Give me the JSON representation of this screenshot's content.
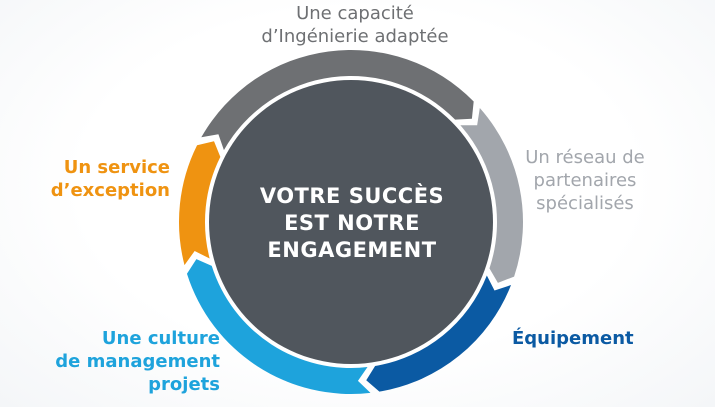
{
  "diagram": {
    "center_lines": [
      "VOTRE SUCCÈS",
      "EST NOTRE",
      "ENGAGEMENT"
    ],
    "segments": [
      {
        "id": "top",
        "lines": [
          "Une capacité",
          "d’Ingénierie adaptée"
        ],
        "color": "#6e7073"
      },
      {
        "id": "right",
        "lines": [
          "Un réseau de",
          "partenaires",
          "spécialisés"
        ],
        "color": "#a2a6ac"
      },
      {
        "id": "bottom-right",
        "lines": [
          "Équipement"
        ],
        "color": "#0b5aa3"
      },
      {
        "id": "bottom-left",
        "lines": [
          "Une culture",
          "de management",
          "projets"
        ],
        "color": "#1ea3dc"
      },
      {
        "id": "left",
        "lines": [
          "Un service",
          "d’exception"
        ],
        "color": "#ef9311"
      }
    ],
    "center_color": "#50565d"
  }
}
